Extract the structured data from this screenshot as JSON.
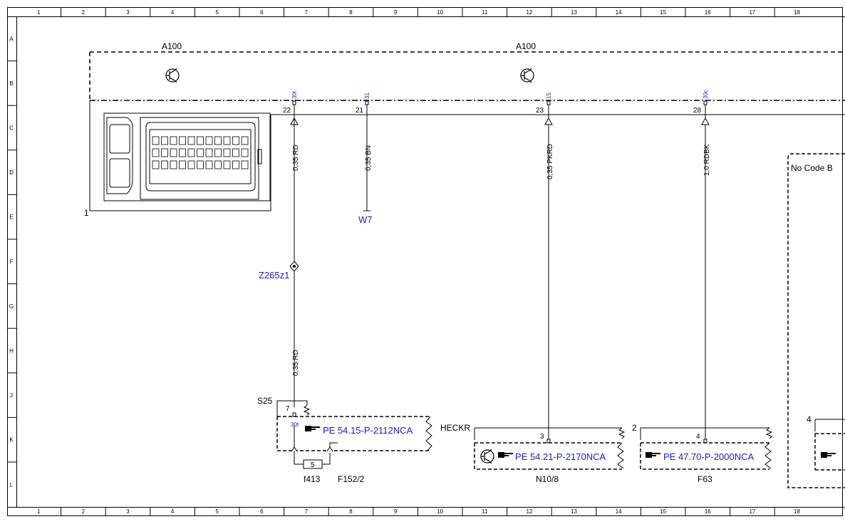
{
  "grid": {
    "columns": [
      "1",
      "2",
      "3",
      "4",
      "5",
      "6",
      "7",
      "8",
      "9",
      "10",
      "11",
      "12",
      "13",
      "14",
      "15",
      "16",
      "17",
      "18"
    ],
    "rows": [
      "A",
      "B",
      "C",
      "D",
      "E",
      "F",
      "G",
      "H",
      "J",
      "K",
      "L"
    ]
  },
  "module": {
    "name_left": "A100",
    "name_right": "A100",
    "connector_number": "1"
  },
  "pins": [
    {
      "number": "22",
      "signal": "30t",
      "wire": "0,35 RD"
    },
    {
      "number": "21",
      "signal": "31",
      "wire": "0,35 BN"
    },
    {
      "number": "23",
      "signal": "15",
      "wire": "0,35 PKRD"
    },
    {
      "number": "28",
      "signal": "30c",
      "wire": "1,0 RDBK"
    }
  ],
  "ground_ref": "W7",
  "splice": {
    "name": "Z265z1",
    "wire": "0,35 RD"
  },
  "fuse_box": {
    "name": "S25",
    "pin": "7",
    "signal": "30t",
    "ref": "PE 54.15-P-2112NCA",
    "fuse_value": "5",
    "fuse_name": "f413",
    "component": "F152/2"
  },
  "n10": {
    "label": "HECKR",
    "pin": "3",
    "ref": "PE 54.21-P-2170NCA",
    "component": "N10/8"
  },
  "f63": {
    "connector": "2",
    "pin": "4",
    "ref": "PE 47.70-P-2000NCA",
    "component": "F63"
  },
  "no_code": {
    "label": "No Code B",
    "connector": "4"
  },
  "colors": {
    "line": "#000000",
    "link": "#1a1ad9"
  },
  "icons": [
    "transistor-icon",
    "hand-pointer-icon"
  ]
}
